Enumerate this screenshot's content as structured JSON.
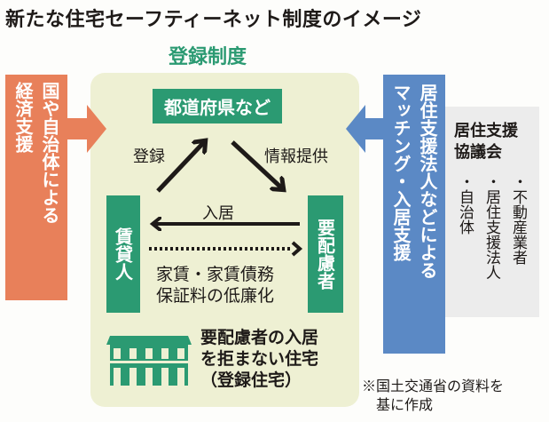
{
  "title": "新たな住宅セーフティーネット制度のイメージ",
  "registration_system": "登録制度",
  "left_support": {
    "line1": "国や自治体による",
    "line2": "経済支援"
  },
  "prefecture_box": "都道府県など",
  "lessor": "賃貸人",
  "needy_person": "要配慮者",
  "labels": {
    "register": "登録",
    "info": "情報提供",
    "move_in": "入居",
    "cost1": "家賃・家賃債務",
    "cost2": "保証料の低廉化"
  },
  "housing": {
    "line1": "要配慮者の入居",
    "line2": "を拒まない住宅",
    "line3": "（登録住宅）"
  },
  "right_support": {
    "line1": "居住支援法人などによる",
    "line2": "マッチング・入居支援"
  },
  "council": {
    "title1": "居住支援",
    "title2": "協議会",
    "members": [
      "・不動産業者",
      "・居住支援法人",
      "・自治体"
    ]
  },
  "note": {
    "line1": "※国土交通省の資料を",
    "line2": "基に作成"
  },
  "colors": {
    "green": "#2b9a72",
    "orange": "#e8805a",
    "blue": "#5b89c5",
    "panel": "#eef0d3"
  }
}
